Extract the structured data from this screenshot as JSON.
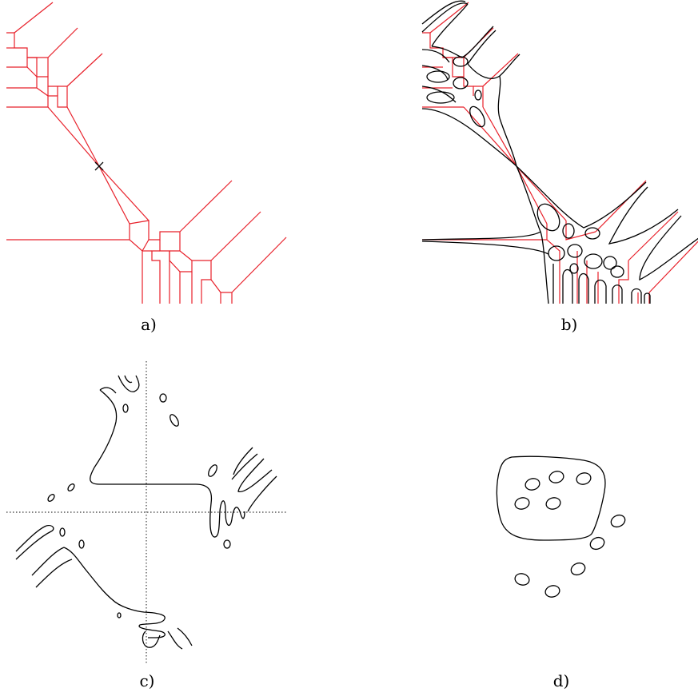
{
  "figure": {
    "panels": [
      {
        "id": "a",
        "label": "a)"
      },
      {
        "id": "b",
        "label": "b)"
      },
      {
        "id": "c",
        "label": "c)"
      },
      {
        "id": "d",
        "label": "d)"
      }
    ],
    "colors": {
      "tropical": "#e8202a",
      "curve": "#000000",
      "axes": "#000000"
    }
  }
}
